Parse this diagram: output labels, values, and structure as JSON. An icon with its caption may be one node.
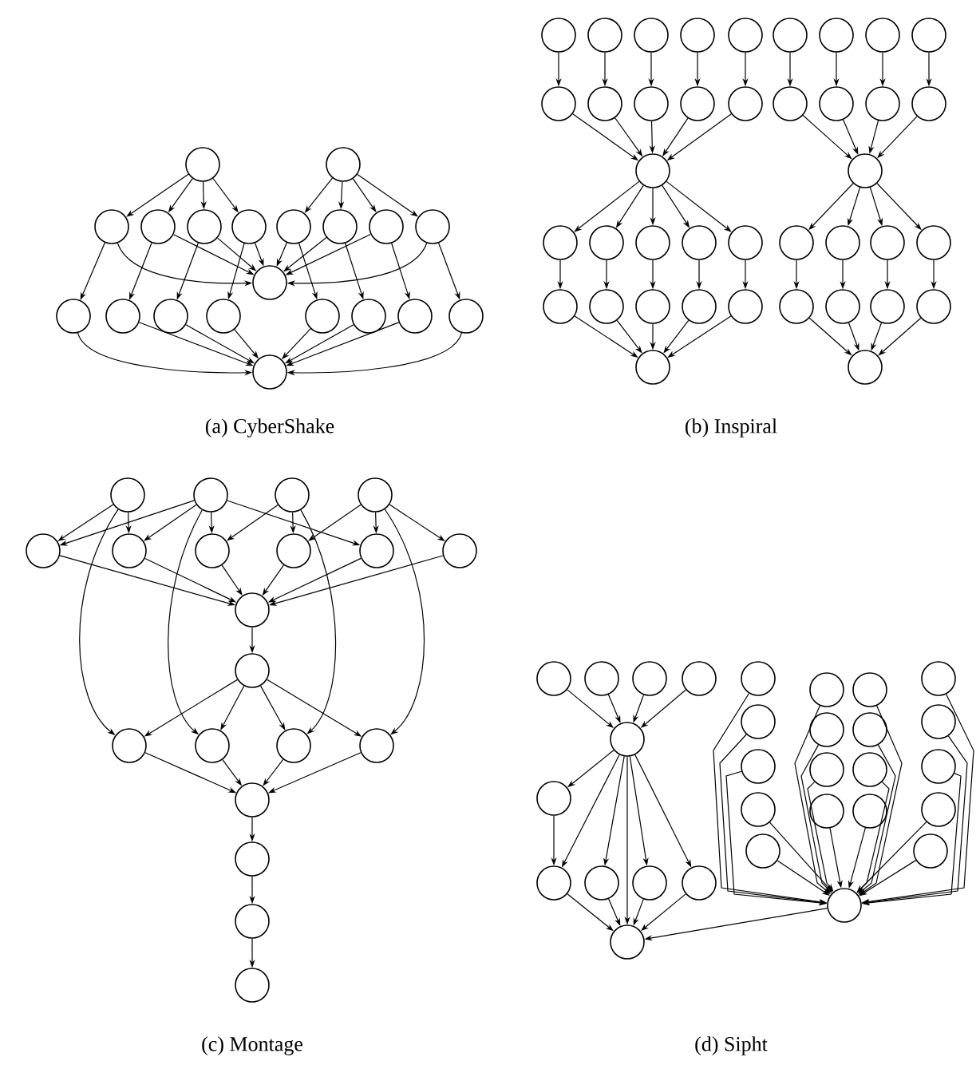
{
  "diagram": {
    "nodes": [
      {
        "text": [],
        "shape": "circle"
      },
      {
        "text": [],
        "shape": "circle"
      },
      {
        "text": [],
        "shape": "circle"
      },
      {
        "text": [],
        "shape": "circle"
      },
      {
        "text": [],
        "shape": "circle"
      },
      {
        "text": [],
        "shape": "circle"
      },
      {
        "text": [],
        "shape": "circle"
      },
      {
        "text": [],
        "shape": "circle"
      },
      {
        "text": [],
        "shape": "circle"
      },
      {
        "text": [],
        "shape": "circle"
      },
      {
        "text": [],
        "shape": "circle"
      },
      {
        "text": [],
        "shape": "circle"
      },
      {
        "text": [],
        "shape": "circle"
      },
      {
        "text": [],
        "shape": "circle"
      },
      {
        "text": [],
        "shape": "circle"
      },
      {
        "text": [],
        "shape": "circle"
      },
      {
        "text": [],
        "shape": "circle"
      },
      {
        "text": [],
        "shape": "circle"
      },
      {
        "text": [],
        "shape": "circle"
      },
      {
        "text": [],
        "shape": "circle"
      },
      {
        "text": [],
        "shape": "circle"
      },
      {
        "text": [],
        "shape": "circle"
      },
      {
        "text": [],
        "shape": "circle"
      },
      {
        "text": [],
        "shape": "circle"
      },
      {
        "text": [],
        "shape": "circle"
      },
      {
        "text": [],
        "shape": "circle"
      },
      {
        "text": [],
        "shape": "circle"
      },
      {
        "text": [],
        "shape": "circle"
      },
      {
        "text": [],
        "shape": "circle"
      },
      {
        "text": [],
        "shape": "circle"
      },
      {
        "text": [],
        "shape": "circle"
      },
      {
        "text": [],
        "shape": "circle"
      },
      {
        "text": [],
        "shape": "circle"
      },
      {
        "text": [],
        "shape": "circle"
      },
      {
        "text": [],
        "shape": "circle"
      },
      {
        "text": [],
        "shape": "circle"
      },
      {
        "text": [],
        "shape": "circle"
      },
      {
        "text": [],
        "shape": "circle"
      },
      {
        "text": [],
        "shape": "circle"
      },
      {
        "text": [],
        "shape": "circle"
      },
      {
        "text": [],
        "shape": "circle"
      },
      {
        "text": [],
        "shape": "circle"
      },
      {
        "text": [],
        "shape": "circle"
      },
      {
        "text": [],
        "shape": "circle"
      },
      {
        "text": [],
        "shape": "circle"
      },
      {
        "text": [],
        "shape": "circle"
      },
      {
        "text": [],
        "shape": "circle"
      },
      {
        "text": [],
        "shape": "circle"
      },
      {
        "text": [],
        "shape": "circle"
      },
      {
        "text": [],
        "shape": "circle"
      },
      {
        "text": [],
        "shape": "circle"
      },
      {
        "text": [],
        "shape": "circle"
      },
      {
        "text": [],
        "shape": "circle"
      },
      {
        "text": [],
        "shape": "circle"
      },
      {
        "text": [],
        "shape": "circle"
      },
      {
        "text": [],
        "shape": "circle"
      },
      {
        "text": [],
        "shape": "circle"
      },
      {
        "text": [],
        "shape": "circle"
      },
      {
        "text": [],
        "shape": "circle"
      },
      {
        "text": [],
        "shape": "circle"
      },
      {
        "text": [],
        "shape": "circle"
      },
      {
        "text": [],
        "shape": "circle"
      },
      {
        "text": [],
        "shape": "circle"
      },
      {
        "text": [],
        "shape": "circle"
      },
      {
        "text": [],
        "shape": "circle"
      },
      {
        "text": [],
        "shape": "circle"
      },
      {
        "text": [],
        "shape": "circle"
      },
      {
        "text": [],
        "shape": "circle"
      },
      {
        "text": [],
        "shape": "circle"
      },
      {
        "text": [],
        "shape": "circle"
      },
      {
        "text": [],
        "shape": "circle"
      },
      {
        "text": [],
        "shape": "circle"
      },
      {
        "text": [],
        "shape": "circle"
      },
      {
        "text": [],
        "shape": "circle"
      },
      {
        "text": [],
        "shape": "circle"
      },
      {
        "text": [],
        "shape": "circle"
      },
      {
        "text": [],
        "shape": "circle"
      },
      {
        "text": [],
        "shape": "circle"
      },
      {
        "text": [],
        "shape": "circle"
      },
      {
        "text": [],
        "shape": "circle"
      },
      {
        "text": [],
        "shape": "circle"
      },
      {
        "text": [],
        "shape": "circle"
      },
      {
        "text": [],
        "shape": "circle"
      },
      {
        "text": [],
        "shape": "circle"
      },
      {
        "text": [],
        "shape": "circle"
      },
      {
        "text": [],
        "shape": "circle"
      },
      {
        "text": [],
        "shape": "circle"
      },
      {
        "text": [],
        "shape": "circle"
      },
      {
        "text": [],
        "shape": "circle"
      },
      {
        "text": [],
        "shape": "circle"
      },
      {
        "text": [],
        "shape": "circle"
      },
      {
        "text": [],
        "shape": "circle"
      },
      {
        "text": [],
        "shape": "circle"
      },
      {
        "text": [],
        "shape": "circle"
      },
      {
        "text": [],
        "shape": "circle"
      },
      {
        "text": [],
        "shape": "circle"
      },
      {
        "text": [],
        "shape": "circle"
      },
      {
        "text": [],
        "shape": "circle"
      },
      {
        "text": [],
        "shape": "circle"
      },
      {
        "text": [],
        "shape": "circle"
      },
      {
        "text": [],
        "shape": "circle"
      },
      {
        "text": [],
        "shape": "circle"
      },
      {
        "text": [],
        "shape": "circle"
      },
      {
        "text": [],
        "shape": "circle"
      },
      {
        "text": [],
        "shape": "circle"
      },
      {
        "text": [],
        "shape": "circle"
      },
      {
        "text": [],
        "shape": "circle"
      },
      {
        "text": [],
        "shape": "circle"
      },
      {
        "text": [],
        "shape": "circle"
      },
      {
        "text": [],
        "shape": "circle"
      }
    ],
    "edges": [
      {
        "from": 0,
        "to": 2,
        "arrow": "to"
      },
      {
        "from": 0,
        "to": 3,
        "arrow": "to"
      },
      {
        "from": 0,
        "to": 4,
        "arrow": "to"
      },
      {
        "from": 0,
        "to": 5,
        "arrow": "to"
      },
      {
        "from": 1,
        "to": 6,
        "arrow": "to"
      },
      {
        "from": 1,
        "to": 7,
        "arrow": "to"
      },
      {
        "from": 1,
        "to": 8,
        "arrow": "to"
      },
      {
        "from": 1,
        "to": 9,
        "arrow": "to"
      },
      {
        "from": 2,
        "to": 10,
        "arrow": "to"
      },
      {
        "from": 3,
        "to": 10,
        "arrow": "to"
      },
      {
        "from": 4,
        "to": 10,
        "arrow": "to"
      },
      {
        "from": 5,
        "to": 10,
        "arrow": "to"
      },
      {
        "from": 6,
        "to": 10,
        "arrow": "to"
      },
      {
        "from": 7,
        "to": 10,
        "arrow": "to"
      },
      {
        "from": 8,
        "to": 10,
        "arrow": "to"
      },
      {
        "from": 9,
        "to": 10,
        "arrow": "to"
      },
      {
        "from": 2,
        "to": 11,
        "arrow": "to"
      },
      {
        "from": 3,
        "to": 12,
        "arrow": "to"
      },
      {
        "from": 4,
        "to": 13,
        "arrow": "to"
      },
      {
        "from": 5,
        "to": 14,
        "arrow": "to"
      },
      {
        "from": 6,
        "to": 15,
        "arrow": "to"
      },
      {
        "from": 7,
        "to": 16,
        "arrow": "to"
      },
      {
        "from": 8,
        "to": 17,
        "arrow": "to"
      },
      {
        "from": 9,
        "to": 18,
        "arrow": "to"
      },
      {
        "from": 11,
        "to": 19,
        "arrow": "to"
      },
      {
        "from": 12,
        "to": 19,
        "arrow": "to"
      },
      {
        "from": 13,
        "to": 19,
        "arrow": "to"
      },
      {
        "from": 14,
        "to": 19,
        "arrow": "to"
      },
      {
        "from": 15,
        "to": 19,
        "arrow": "to"
      },
      {
        "from": 16,
        "to": 19,
        "arrow": "to"
      },
      {
        "from": 17,
        "to": 19,
        "arrow": "to"
      },
      {
        "from": 18,
        "to": 19,
        "arrow": "to"
      },
      {
        "from": 20,
        "to": 29,
        "arrow": "to"
      },
      {
        "from": 21,
        "to": 30,
        "arrow": "to"
      },
      {
        "from": 22,
        "to": 31,
        "arrow": "to"
      },
      {
        "from": 23,
        "to": 32,
        "arrow": "to"
      },
      {
        "from": 24,
        "to": 33,
        "arrow": "to"
      },
      {
        "from": 25,
        "to": 34,
        "arrow": "to"
      },
      {
        "from": 26,
        "to": 35,
        "arrow": "to"
      },
      {
        "from": 27,
        "to": 36,
        "arrow": "to"
      },
      {
        "from": 28,
        "to": 37,
        "arrow": "to"
      },
      {
        "from": 29,
        "to": 38,
        "arrow": "to"
      },
      {
        "from": 30,
        "to": 38,
        "arrow": "to"
      },
      {
        "from": 31,
        "to": 38,
        "arrow": "to"
      },
      {
        "from": 32,
        "to": 38,
        "arrow": "to"
      },
      {
        "from": 33,
        "to": 38,
        "arrow": "to"
      },
      {
        "from": 34,
        "to": 39,
        "arrow": "to"
      },
      {
        "from": 35,
        "to": 39,
        "arrow": "to"
      },
      {
        "from": 36,
        "to": 39,
        "arrow": "to"
      },
      {
        "from": 37,
        "to": 39,
        "arrow": "to"
      },
      {
        "from": 38,
        "to": 40,
        "arrow": "to"
      },
      {
        "from": 38,
        "to": 41,
        "arrow": "to"
      },
      {
        "from": 38,
        "to": 42,
        "arrow": "to"
      },
      {
        "from": 38,
        "to": 43,
        "arrow": "to"
      },
      {
        "from": 38,
        "to": 44,
        "arrow": "to"
      },
      {
        "from": 39,
        "to": 45,
        "arrow": "to"
      },
      {
        "from": 39,
        "to": 46,
        "arrow": "to"
      },
      {
        "from": 39,
        "to": 47,
        "arrow": "to"
      },
      {
        "from": 39,
        "to": 48,
        "arrow": "to"
      },
      {
        "from": 40,
        "to": 49,
        "arrow": "to"
      },
      {
        "from": 41,
        "to": 50,
        "arrow": "to"
      },
      {
        "from": 42,
        "to": 51,
        "arrow": "to"
      },
      {
        "from": 43,
        "to": 52,
        "arrow": "to"
      },
      {
        "from": 44,
        "to": 53,
        "arrow": "to"
      },
      {
        "from": 45,
        "to": 54,
        "arrow": "to"
      },
      {
        "from": 46,
        "to": 55,
        "arrow": "to"
      },
      {
        "from": 47,
        "to": 56,
        "arrow": "to"
      },
      {
        "from": 48,
        "to": 57,
        "arrow": "to"
      },
      {
        "from": 49,
        "to": 58,
        "arrow": "to"
      },
      {
        "from": 50,
        "to": 58,
        "arrow": "to"
      },
      {
        "from": 51,
        "to": 58,
        "arrow": "to"
      },
      {
        "from": 52,
        "to": 58,
        "arrow": "to"
      },
      {
        "from": 53,
        "to": 58,
        "arrow": "to"
      },
      {
        "from": 54,
        "to": 59,
        "arrow": "to"
      },
      {
        "from": 55,
        "to": 59,
        "arrow": "to"
      },
      {
        "from": 56,
        "to": 59,
        "arrow": "to"
      },
      {
        "from": 57,
        "to": 59,
        "arrow": "to"
      },
      {
        "from": 60,
        "to": 64,
        "arrow": "to"
      },
      {
        "from": 60,
        "to": 65,
        "arrow": "to"
      },
      {
        "from": 61,
        "to": 64,
        "arrow": "to"
      },
      {
        "from": 61,
        "to": 65,
        "arrow": "to"
      },
      {
        "from": 61,
        "to": 66,
        "arrow": "to"
      },
      {
        "from": 61,
        "to": 68,
        "arrow": "to"
      },
      {
        "from": 62,
        "to": 66,
        "arrow": "to"
      },
      {
        "from": 62,
        "to": 67,
        "arrow": "to"
      },
      {
        "from": 63,
        "to": 67,
        "arrow": "to"
      },
      {
        "from": 63,
        "to": 68,
        "arrow": "to"
      },
      {
        "from": 63,
        "to": 69,
        "arrow": "to"
      },
      {
        "from": 60,
        "to": 72,
        "arrow": "to"
      },
      {
        "from": 61,
        "to": 73,
        "arrow": "to"
      },
      {
        "from": 62,
        "to": 74,
        "arrow": "to"
      },
      {
        "from": 63,
        "to": 75,
        "arrow": "to"
      },
      {
        "from": 64,
        "to": 70,
        "arrow": "to"
      },
      {
        "from": 65,
        "to": 70,
        "arrow": "to"
      },
      {
        "from": 66,
        "to": 70,
        "arrow": "to"
      },
      {
        "from": 67,
        "to": 70,
        "arrow": "to"
      },
      {
        "from": 68,
        "to": 70,
        "arrow": "to"
      },
      {
        "from": 69,
        "to": 70,
        "arrow": "to"
      },
      {
        "from": 70,
        "to": 71,
        "arrow": "to"
      },
      {
        "from": 71,
        "to": 72,
        "arrow": "to"
      },
      {
        "from": 71,
        "to": 73,
        "arrow": "to"
      },
      {
        "from": 71,
        "to": 74,
        "arrow": "to"
      },
      {
        "from": 71,
        "to": 75,
        "arrow": "to"
      },
      {
        "from": 72,
        "to": 76,
        "arrow": "to"
      },
      {
        "from": 73,
        "to": 76,
        "arrow": "to"
      },
      {
        "from": 74,
        "to": 76,
        "arrow": "to"
      },
      {
        "from": 75,
        "to": 76,
        "arrow": "to"
      },
      {
        "from": 76,
        "to": 77,
        "arrow": "to"
      },
      {
        "from": 77,
        "to": 78,
        "arrow": "to"
      },
      {
        "from": 78,
        "to": 79,
        "arrow": "to"
      },
      {
        "from": 80,
        "to": 84,
        "arrow": "to"
      },
      {
        "from": 81,
        "to": 84,
        "arrow": "to"
      },
      {
        "from": 82,
        "to": 84,
        "arrow": "to"
      },
      {
        "from": 83,
        "to": 84,
        "arrow": "to"
      },
      {
        "from": 84,
        "to": 85,
        "arrow": "to"
      },
      {
        "from": 85,
        "to": 86,
        "arrow": "to"
      },
      {
        "from": 84,
        "to": 86,
        "arrow": "to"
      },
      {
        "from": 84,
        "to": 87,
        "arrow": "to"
      },
      {
        "from": 84,
        "to": 88,
        "arrow": "to"
      },
      {
        "from": 84,
        "to": 89,
        "arrow": "to"
      },
      {
        "from": 84,
        "to": 90,
        "arrow": "to"
      },
      {
        "from": 86,
        "to": 90,
        "arrow": "to"
      },
      {
        "from": 87,
        "to": 90,
        "arrow": "to"
      },
      {
        "from": 88,
        "to": 90,
        "arrow": "to"
      },
      {
        "from": 89,
        "to": 90,
        "arrow": "to"
      },
      {
        "from": 91,
        "to": 109,
        "arrow": "to"
      },
      {
        "from": 92,
        "to": 109,
        "arrow": "to"
      },
      {
        "from": 93,
        "to": 109,
        "arrow": "to"
      },
      {
        "from": 94,
        "to": 109,
        "arrow": "to"
      },
      {
        "from": 95,
        "to": 109,
        "arrow": "to"
      },
      {
        "from": 96,
        "to": 109,
        "arrow": "to"
      },
      {
        "from": 97,
        "to": 109,
        "arrow": "to"
      },
      {
        "from": 98,
        "to": 109,
        "arrow": "to"
      },
      {
        "from": 99,
        "to": 109,
        "arrow": "to"
      },
      {
        "from": 100,
        "to": 109,
        "arrow": "to"
      },
      {
        "from": 101,
        "to": 109,
        "arrow": "to"
      },
      {
        "from": 102,
        "to": 109,
        "arrow": "to"
      },
      {
        "from": 103,
        "to": 109,
        "arrow": "to"
      },
      {
        "from": 104,
        "to": 109,
        "arrow": "to"
      },
      {
        "from": 105,
        "to": 109,
        "arrow": "to"
      },
      {
        "from": 106,
        "to": 109,
        "arrow": "to"
      },
      {
        "from": 107,
        "to": 109,
        "arrow": "to"
      },
      {
        "from": 108,
        "to": 109,
        "arrow": "to"
      },
      {
        "from": 109,
        "to": 90,
        "arrow": "to"
      }
    ],
    "labels": [
      "(a) CyberShake",
      "(b) Inspiral",
      "(c) Montage",
      "(d) Sipht"
    ]
  }
}
